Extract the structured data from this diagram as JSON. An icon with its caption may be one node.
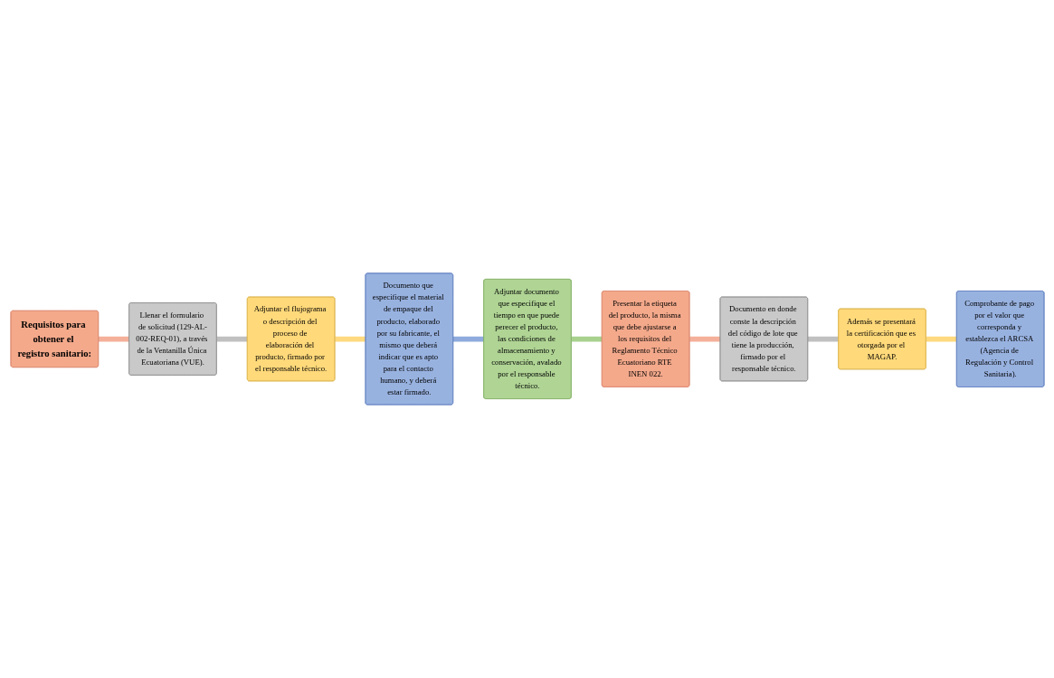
{
  "diagram": {
    "nodes": [
      {
        "text": [
          "Requisitos para obtener el registro sanitario:"
        ]
      },
      {
        "text": [
          "Llenar el formulario de solicitud (129-AL-002-REQ-01), a través de la Ventanilla Única Ecuatoriana (VUE)."
        ]
      },
      {
        "text": [
          "Adjuntar el flujograma o descripción del proceso de elaboración del producto, firmado por el responsable técnico."
        ]
      },
      {
        "text": [
          "Documento que especifique el material de empaque del producto, elaborado por su fabricante, el mismo que deberá indicar que es apto para el contacto humano, y deberá estar firmado."
        ]
      },
      {
        "text": [
          "Adjuntar documento que especifique el tiempo en que puede perecer el producto, las condiciones de almacenamiento y conservación, avalado por el responsable técnico."
        ]
      },
      {
        "text": [
          "Presentar la etiqueta del producto, la misma que debe ajustarse a los requisitos del Reglamento Técnico Ecuatoriano RTE INEN 022."
        ]
      },
      {
        "text": [
          "Documento en donde conste la descripción del código de lote que tiene la producción, firmado por el responsable técnico."
        ]
      },
      {
        "text": [
          "Además se presentará la certificación que es otorgada por el MAGAP."
        ]
      },
      {
        "text": [
          "Comprobante de pago por el valor que corresponda y establezca el ARCSA (Agencia de Regulación y Control Sanitaria)."
        ]
      }
    ],
    "edges": [
      {
        "from": 0,
        "to": 1,
        "arrow": "none",
        "color": "#f4b09a"
      },
      {
        "from": 1,
        "to": 2,
        "arrow": "none",
        "color": "#c0c0c0"
      },
      {
        "from": 2,
        "to": 3,
        "arrow": "none",
        "color": "#ffd97f"
      },
      {
        "from": 3,
        "to": 4,
        "arrow": "none",
        "color": "#8faadc"
      },
      {
        "from": 4,
        "to": 5,
        "arrow": "none",
        "color": "#a9d18e"
      },
      {
        "from": 5,
        "to": 6,
        "arrow": "none",
        "color": "#f4b09a"
      },
      {
        "from": 6,
        "to": 7,
        "arrow": "none",
        "color": "#c0c0c0"
      },
      {
        "from": 7,
        "to": 8,
        "arrow": "none",
        "color": "#ffd97f"
      }
    ]
  }
}
